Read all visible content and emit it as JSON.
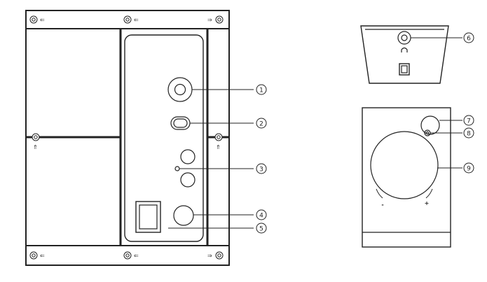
{
  "callouts": [
    {
      "label": "1",
      "part": "back-control-1"
    },
    {
      "label": "2",
      "part": "back-control-2"
    },
    {
      "label": "3",
      "part": "back-jacks"
    },
    {
      "label": "4",
      "part": "back-control-4"
    },
    {
      "label": "5",
      "part": "power-switch"
    },
    {
      "label": "6",
      "part": "headphone-jack"
    },
    {
      "label": "7",
      "part": "front-button"
    },
    {
      "label": "8",
      "part": "indicator-light"
    },
    {
      "label": "9",
      "part": "volume-knob"
    }
  ],
  "mount_arrows": {
    "left": "⇐",
    "right": "⇒",
    "up": "⇑"
  },
  "knob_signs": {
    "minus": "-",
    "plus": "+"
  },
  "icons": {
    "headphone": "headphone-icon",
    "power": "power-switch-icon"
  },
  "colors": {
    "line": "#222222",
    "background": "#ffffff"
  }
}
